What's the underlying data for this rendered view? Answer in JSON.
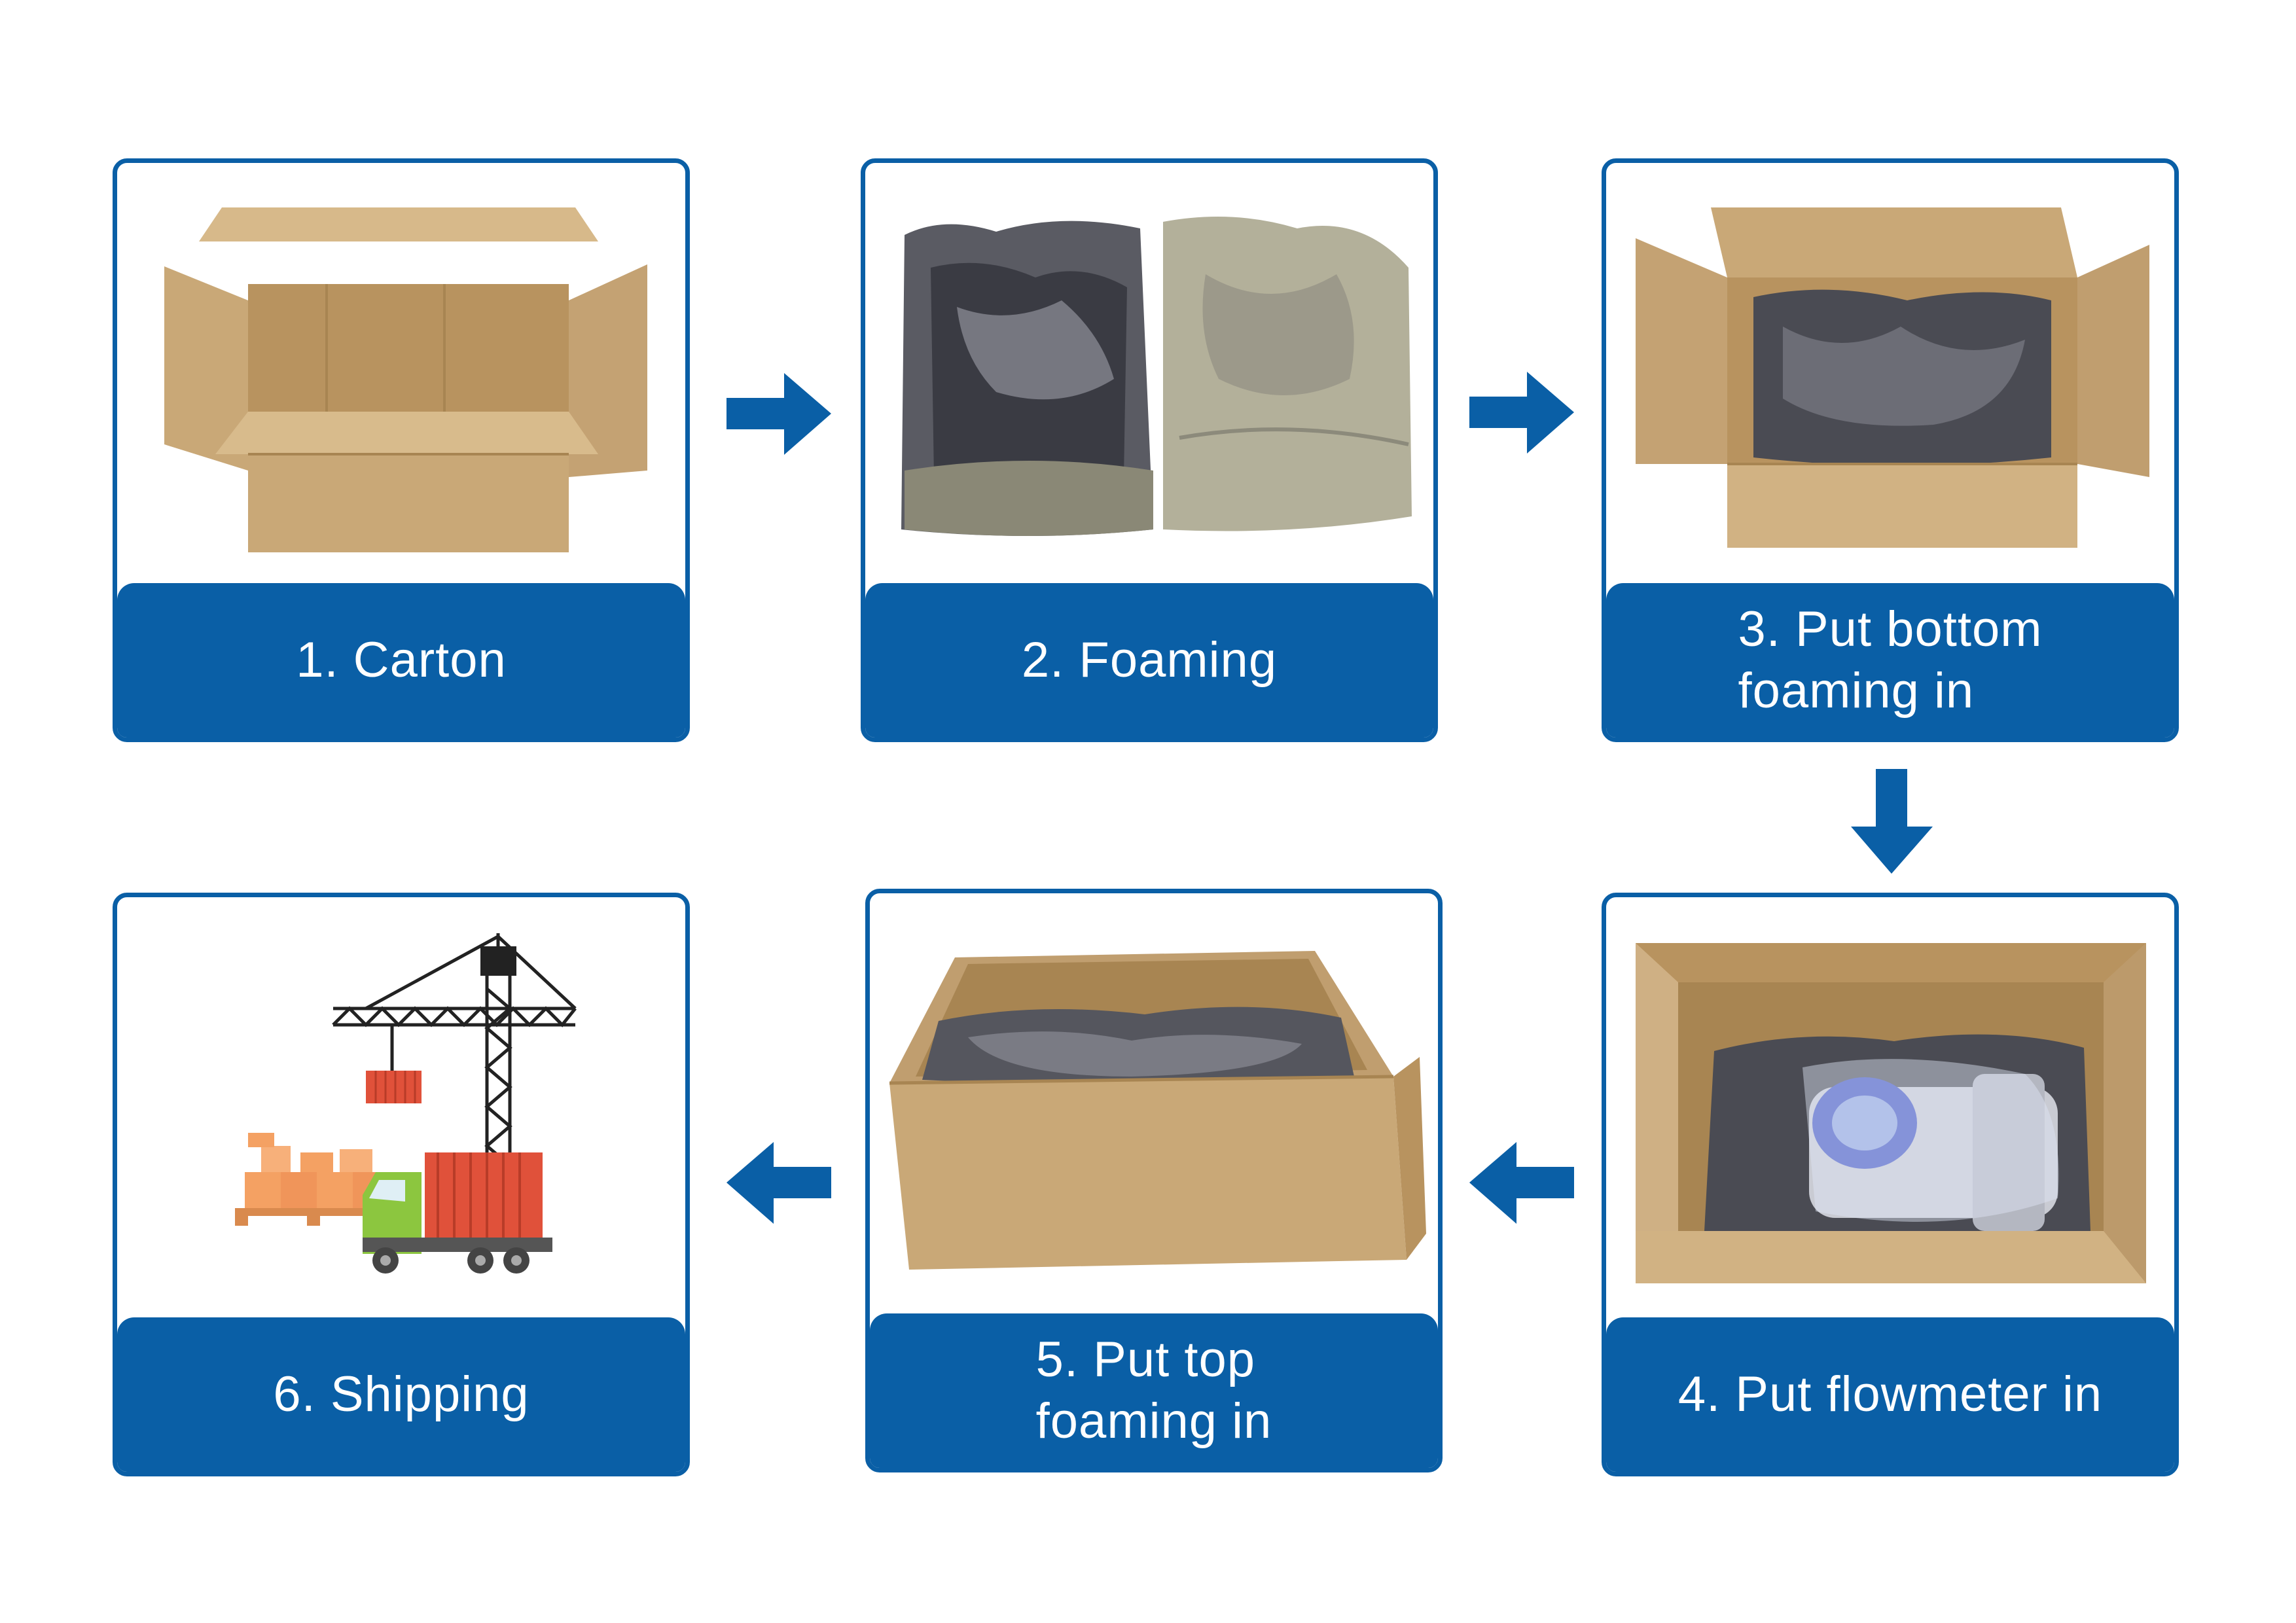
{
  "steps": [
    {
      "label": "1. Carton"
    },
    {
      "label": "2. Foaming"
    },
    {
      "label": "3. Put bottom\n    foaming in"
    },
    {
      "label": "4. Put flowmeter in"
    },
    {
      "label": "5. Put top\n    foaming in"
    },
    {
      "label": "6. Shipping"
    }
  ],
  "colors": {
    "frame": "#0a5fa6",
    "arrow": "#0a5fa6",
    "cardboard": "#c9a877",
    "foam_dark": "#4b4c55",
    "foam_silver": "#b8b59d",
    "crane": "#222222",
    "container": "#e0513a",
    "truck_cab": "#8cc63f",
    "pallet_boxes": "#f4a163"
  },
  "icons": [
    "arrow-right-icon",
    "arrow-down-icon",
    "arrow-left-icon",
    "crane-icon",
    "truck-icon"
  ]
}
